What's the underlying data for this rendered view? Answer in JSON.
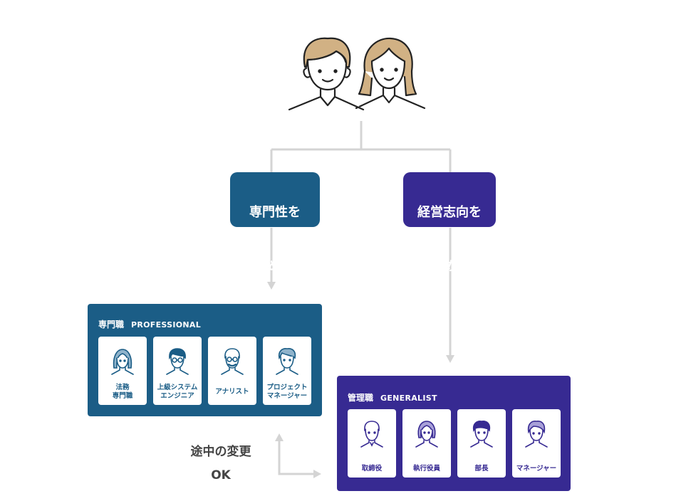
{
  "paths": {
    "professional": {
      "line1": "専門性を",
      "line2": "極める"
    },
    "generalist": {
      "line1": "経営志向を",
      "line2": "高める"
    }
  },
  "professional": {
    "title_jp": "専門職",
    "title_en": "PROFESSIONAL",
    "roles": [
      "法務\n専門職",
      "上級システム\nエンジニア",
      "アナリスト",
      "プロジェクト\nマネージャー"
    ]
  },
  "generalist": {
    "title_jp": "管理職",
    "title_en": "GENERALIST",
    "roles": [
      "取締役",
      "執行役員",
      "部長",
      "マネージャー"
    ]
  },
  "change_note": {
    "line1": "途中の変更",
    "line2": "OK"
  },
  "colors": {
    "professional": "#1b5d86",
    "generalist": "#372a92",
    "connector": "#d4d4d4",
    "hair": "#d1b184"
  },
  "icons": {
    "hero": "two-people-icon",
    "professional": [
      "woman-icon",
      "man-glasses-icon",
      "older-man-glasses-icon",
      "man-icon"
    ],
    "generalist": [
      "older-man-icon",
      "woman-icon",
      "man-icon",
      "person-icon"
    ]
  }
}
